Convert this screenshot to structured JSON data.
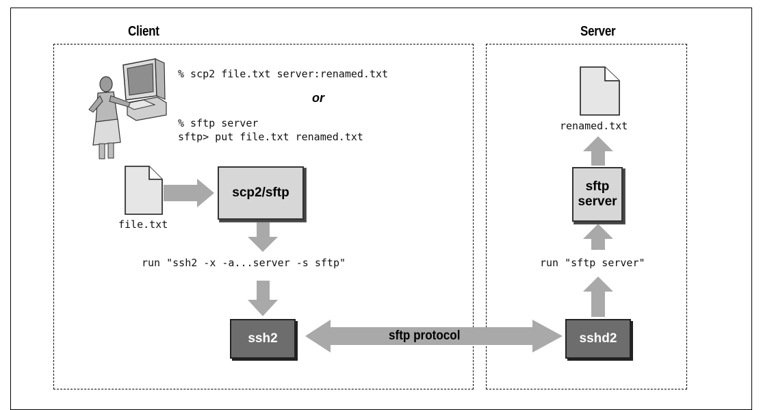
{
  "client": {
    "title": "Client",
    "commands": {
      "scp_line": "% scp2 file.txt server:renamed.txt",
      "or_label": "or",
      "sftp_line1": "% sftp server",
      "sftp_line2": "sftp> put file.txt renamed.txt"
    },
    "file_label": "file.txt",
    "scp_box_label": "scp2/sftp",
    "run_label": "run \"ssh2 -x -a...server -s sftp\"",
    "ssh_box_label": "ssh2"
  },
  "server": {
    "title": "Server",
    "file_label": "renamed.txt",
    "sftp_box_label": "sftp\nserver",
    "run_label": "run \"sftp server\"",
    "sshd_box_label": "sshd2"
  },
  "protocol_label": "sftp protocol",
  "icons": [
    "user-at-computer-icon",
    "document-icon",
    "document-icon"
  ],
  "colors": {
    "light_box": "#d7d7d7",
    "dark_box": "#6d6d6d",
    "arrow": "#a9a9a9"
  }
}
